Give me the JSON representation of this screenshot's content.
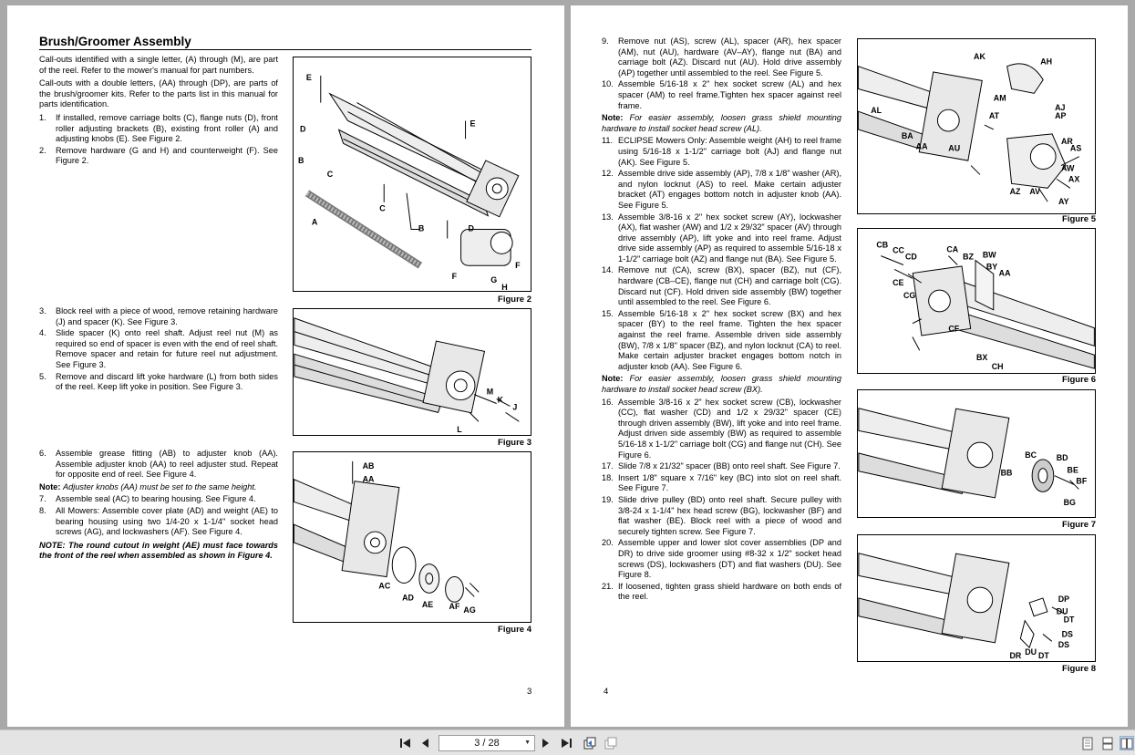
{
  "toolbar": {
    "page_indicator": "3 / 28"
  },
  "left_page": {
    "heading": "Brush/Groomer Assembly",
    "para1": "Call-outs identified with a single letter, (A) through (M), are part of the reel. Refer to the mower's manual for part numbers.",
    "para2": "Call-outs with a double letters, (AA) through (DP), are parts of the brush/groomer kits. Refer to the parts list in this manual for parts identification.",
    "steps_a": [
      {
        "n": "1.",
        "t": "If installed, remove carriage bolts (C), flange nuts (D), front roller adjusting brackets (B), existing front roller (A) and adjusting knobs (E). See Figure 2."
      },
      {
        "n": "2.",
        "t": "Remove hardware (G and H) and counterweight (F). See Figure 2."
      }
    ],
    "steps_b": [
      {
        "n": "3.",
        "t": "Block reel with a piece of wood, remove retaining hardware (J) and spacer (K). See Figure 3."
      },
      {
        "n": "4.",
        "t": "Slide spacer (K) onto reel shaft. Adjust reel nut (M) as required so end of spacer is even with the end of reel shaft. Remove spacer and retain for future reel nut adjustment. See Figure 3."
      },
      {
        "n": "5.",
        "t": "Remove and discard lift yoke hardware (L) from both sides of the reel. Keep lift yoke in position. See Figure 3."
      }
    ],
    "steps_c": [
      {
        "n": "6.",
        "t": "Assemble grease fitting (AB) to adjuster knob (AA). Assemble adjuster knob (AA) to reel adjuster stud. Repeat for opposite end of reel. See Figure 4."
      }
    ],
    "note_c_label": "Note:",
    "note_c": "Adjuster knobs (AA) must be set to the same height.",
    "steps_d": [
      {
        "n": "7.",
        "t": "Assemble seal (AC) to bearing housing. See Figure 4."
      },
      {
        "n": "8.",
        "t": "All Mowers: Assemble cover plate (AD) and weight (AE) to bearing housing using two 1/4-20 x 1-1/4\" socket head screws (AG), and lockwashers (AF). See Figure 4."
      }
    ],
    "note_d": "NOTE: The round cutout in weight (AE) must face towards the front of the reel when assembled as shown in Figure 4.",
    "fig2_caption": "Figure 2",
    "fig3_caption": "Figure 3",
    "fig4_caption": "Figure 4",
    "fig2_labels": [
      "E",
      "D",
      "E",
      "B",
      "C",
      "C",
      "A",
      "B",
      "D",
      "F",
      "F",
      "G",
      "H"
    ],
    "fig3_labels": [
      "M",
      "K",
      "J",
      "L"
    ],
    "fig4_labels": [
      "AB",
      "AA",
      "AC",
      "AD",
      "AE",
      "AF",
      "AG"
    ],
    "page_number": "3"
  },
  "right_page": {
    "steps_a": [
      {
        "n": "9.",
        "t": "Remove nut (AS), screw (AL), spacer (AR), hex spacer (AM), nut (AU), hardware (AV–AY), flange nut (BA) and carriage bolt (AZ). Discard nut (AU). Hold drive assembly (AP) together until assembled to the reel. See Figure 5."
      },
      {
        "n": "10.",
        "t": "Assemble 5/16-18 x 2\" hex socket screw (AL) and hex spacer (AM) to reel frame.Tighten hex spacer against reel frame."
      }
    ],
    "note_a_label": "Note:",
    "note_a": "For easier assembly, loosen grass shield mounting hardware to install socket head screw (AL).",
    "steps_b": [
      {
        "n": "11.",
        "t": "ECLIPSE Mowers Only: Assemble weight (AH) to reel frame using 5/16-18 x 1-1/2\" carriage bolt (AJ) and flange nut (AK). See Figure 5."
      },
      {
        "n": "12.",
        "t": "Assemble drive side assembly (AP), 7/8 x 1/8\" washer (AR), and nylon locknut (AS) to reel. Make certain adjuster bracket (AT) engages bottom notch in adjuster knob (AA). See Figure 5."
      },
      {
        "n": "13.",
        "t": "Assemble 3/8-16 x 2\" hex socket screw (AY), lockwasher (AX), flat washer (AW) and 1/2 x 29/32\" spacer (AV) through drive assembly (AP), lift yoke and into reel frame. Adjust drive side assembly (AP) as required to assemble 5/16-18 x 1-1/2\" carriage bolt (AZ) and flange nut (BA). See Figure 5."
      },
      {
        "n": "14.",
        "t": "Remove nut (CA), screw (BX), spacer (BZ), nut (CF), hardware (CB–CE), flange nut (CH) and carriage bolt (CG). Discard nut (CF). Hold driven side assembly (BW) together until assembled to the reel. See Figure 6."
      },
      {
        "n": "15.",
        "t": "Assemble 5/16-18 x 2\" hex socket screw (BX) and hex spacer (BY) to the reel frame. Tighten the hex spacer against the reel frame. Assemble driven side assembly (BW), 7/8 x 1/8\" spacer (BZ), and nylon locknut (CA) to reel. Make certain adjuster bracket engages bottom notch in adjuster knob (AA). See Figure 6."
      }
    ],
    "note_b_label": "Note:",
    "note_b": "For easier assembly, loosen grass shield mounting hardware to install socket head screw (BX).",
    "steps_c": [
      {
        "n": "16.",
        "t": "Assemble 3/8-16 x 2\" hex socket screw (CB), lockwasher (CC), flat washer (CD) and 1/2 x 29/32\" spacer (CE) through driven assembly (BW), lift yoke and into reel frame. Adjust driven side assembly (BW) as required to assemble 5/16-18 x 1-1/2\" carriage bolt (CG) and flange nut (CH). See Figure 6."
      },
      {
        "n": "17.",
        "t": "Slide 7/8 x 21/32\" spacer (BB) onto reel shaft. See Figure 7."
      },
      {
        "n": "18.",
        "t": "Insert 1/8\" square x 7/16\" key (BC) into slot on reel shaft. See Figure 7."
      },
      {
        "n": "19.",
        "t": "Slide drive pulley (BD) onto reel shaft. Secure pulley with 3/8-24 x 1-1/4\" hex head screw (BG), lockwasher (BF) and flat washer (BE). Block reel with a piece of wood and securely tighten screw. See Figure 7."
      },
      {
        "n": "20.",
        "t": "Assemble upper and lower slot cover assemblies (DP and DR) to drive side groomer using #8-32 x 1/2\" socket head screws (DS), lockwashers (DT) and flat washers (DU). See Figure 8."
      },
      {
        "n": "21.",
        "t": "If loosened, tighten grass shield hardware on both ends of the reel."
      }
    ],
    "fig5_caption": "Figure 5",
    "fig6_caption": "Figure 6",
    "fig7_caption": "Figure 7",
    "fig8_caption": "Figure 8",
    "fig5_labels": [
      "AK",
      "AH",
      "AJ",
      "AP",
      "AL",
      "AM",
      "AT",
      "BA",
      "AA",
      "AU",
      "AR",
      "AS",
      "AW",
      "AX",
      "AZ",
      "AV",
      "AY"
    ],
    "fig6_labels": [
      "CB",
      "CC",
      "CD",
      "CA",
      "BZ",
      "BW",
      "BY",
      "AA",
      "CE",
      "CG",
      "CF",
      "BX",
      "CH"
    ],
    "fig7_labels": [
      "BC",
      "BD",
      "BB",
      "BE",
      "BF",
      "BG"
    ],
    "fig8_labels": [
      "DP",
      "DU",
      "DT",
      "DS",
      "DS",
      "DR",
      "DU",
      "DT"
    ],
    "page_number": "4"
  }
}
